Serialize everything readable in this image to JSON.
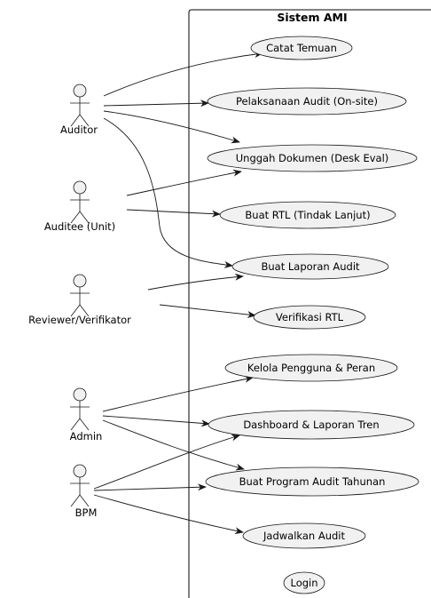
{
  "system": {
    "title": "Sistem AMI"
  },
  "actors": [
    {
      "id": "auditor",
      "label": "Auditor"
    },
    {
      "id": "auditee",
      "label": "Auditee (Unit)"
    },
    {
      "id": "reviewer",
      "label": "Reviewer/Verifikator"
    },
    {
      "id": "admin",
      "label": "Admin"
    },
    {
      "id": "bpm",
      "label": "BPM"
    }
  ],
  "use_cases": [
    {
      "id": "catat",
      "label": "Catat Temuan"
    },
    {
      "id": "pelaksana",
      "label": "Pelaksanaan Audit (On-site)"
    },
    {
      "id": "unggah",
      "label": "Unggah Dokumen (Desk Eval)"
    },
    {
      "id": "rtl",
      "label": "Buat RTL (Tindak Lanjut)"
    },
    {
      "id": "laporan",
      "label": "Buat Laporan Audit"
    },
    {
      "id": "verif",
      "label": "Verifikasi RTL"
    },
    {
      "id": "kelola",
      "label": "Kelola Pengguna & Peran"
    },
    {
      "id": "dash",
      "label": "Dashboard & Laporan Tren"
    },
    {
      "id": "program",
      "label": "Buat Program Audit Tahunan"
    },
    {
      "id": "jadwal",
      "label": "Jadwalkan Audit"
    },
    {
      "id": "login",
      "label": "Login"
    }
  ],
  "associations": [
    {
      "from": "auditor",
      "to": "catat"
    },
    {
      "from": "auditor",
      "to": "pelaksana"
    },
    {
      "from": "auditor",
      "to": "unggah"
    },
    {
      "from": "auditor",
      "to": "laporan"
    },
    {
      "from": "auditee",
      "to": "unggah"
    },
    {
      "from": "auditee",
      "to": "rtl"
    },
    {
      "from": "reviewer",
      "to": "laporan"
    },
    {
      "from": "reviewer",
      "to": "verif"
    },
    {
      "from": "admin",
      "to": "kelola"
    },
    {
      "from": "admin",
      "to": "dash"
    },
    {
      "from": "admin",
      "to": "program"
    },
    {
      "from": "bpm",
      "to": "dash"
    },
    {
      "from": "bpm",
      "to": "program"
    },
    {
      "from": "bpm",
      "to": "jadwal"
    }
  ]
}
